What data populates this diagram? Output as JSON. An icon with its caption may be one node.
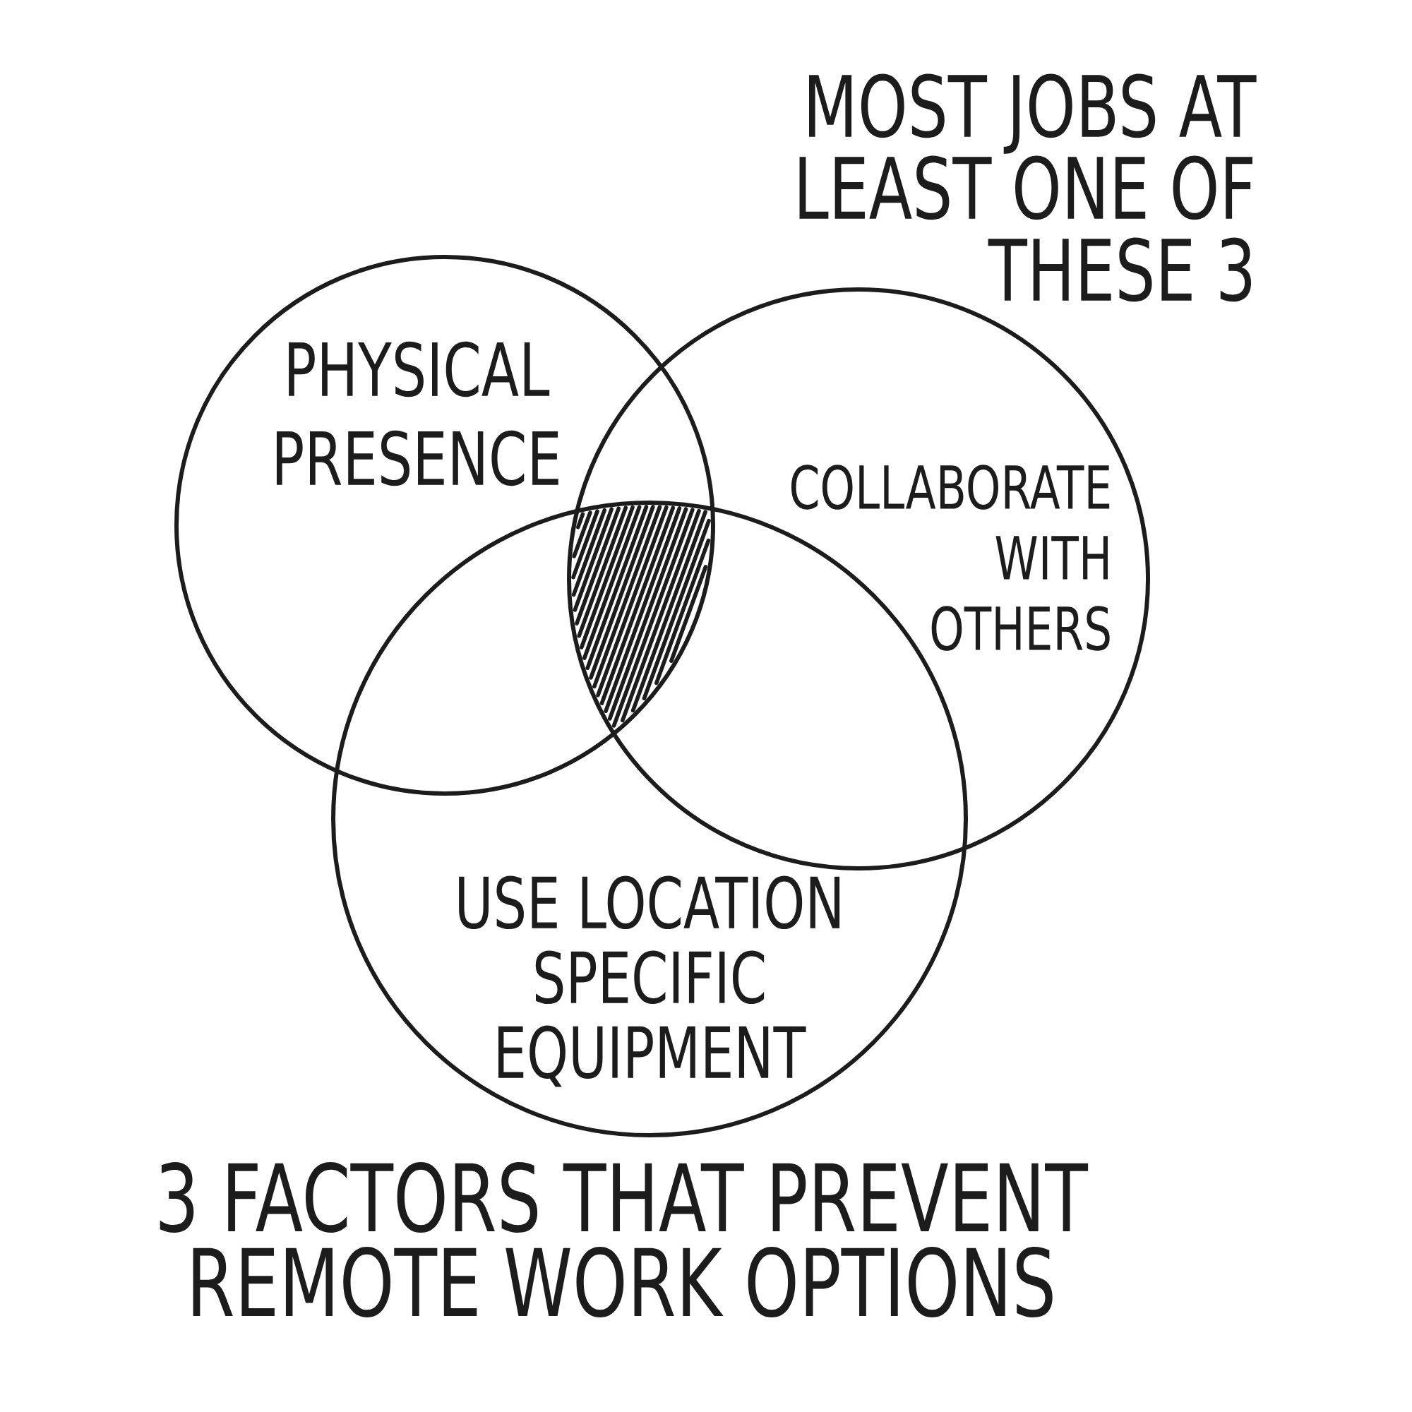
{
  "diagram": {
    "caption": "3 FACTORS THAT PREVENT REMOTE WORK OPTIONS",
    "nodes": [
      {
        "text": [
          "PHYSICAL PRESENCE"
        ]
      },
      {
        "text": [
          "COLLABORATE WITH OTHERS"
        ]
      },
      {
        "text": [
          "USE LOCATION SPECIFIC EQUIPMENT"
        ]
      }
    ],
    "labels": [
      "MOST JOBS AT LEAST ONE OF THESE 3"
    ]
  }
}
